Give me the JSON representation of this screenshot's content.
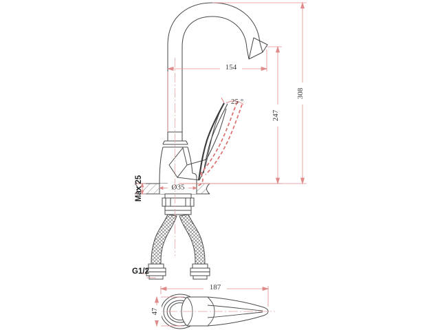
{
  "drawing": {
    "type": "technical-drawing",
    "subject": "single-lever kitchen sink mixer faucet",
    "views": [
      "front-elevation",
      "top-plan"
    ],
    "units": "mm",
    "line_color": "#e08b8b",
    "outline_color": "#4a4a4a",
    "text_color": "#3a3a3a",
    "background": "#ffffff"
  },
  "dimensions": {
    "spout_reach": "154",
    "spout_height": "247",
    "overall_height": "308",
    "handle_angle": "25 °",
    "counter_thickness": "Max 25",
    "mounting_hole": "Ø35",
    "inlet_thread": "G1/2",
    "plan_length": "187",
    "plan_width": "47"
  },
  "annotations": [
    {
      "id": "a1",
      "text": "154",
      "meaning": "horizontal spout reach"
    },
    {
      "id": "a2",
      "text": "247",
      "meaning": "height to spout outlet"
    },
    {
      "id": "a3",
      "text": "308",
      "meaning": "overall height"
    },
    {
      "id": "a4",
      "text": "25 °",
      "meaning": "lever handle swing angle"
    },
    {
      "id": "a5",
      "text": "Max 25",
      "meaning": "maximum countertop thickness"
    },
    {
      "id": "a6",
      "text": "Ø35",
      "meaning": "mounting hole diameter"
    },
    {
      "id": "a7",
      "text": "G1/2",
      "meaning": "supply hose thread size"
    },
    {
      "id": "a8",
      "text": "187",
      "meaning": "plan view overall length"
    },
    {
      "id": "a9",
      "text": "47",
      "meaning": "plan view body width"
    }
  ]
}
